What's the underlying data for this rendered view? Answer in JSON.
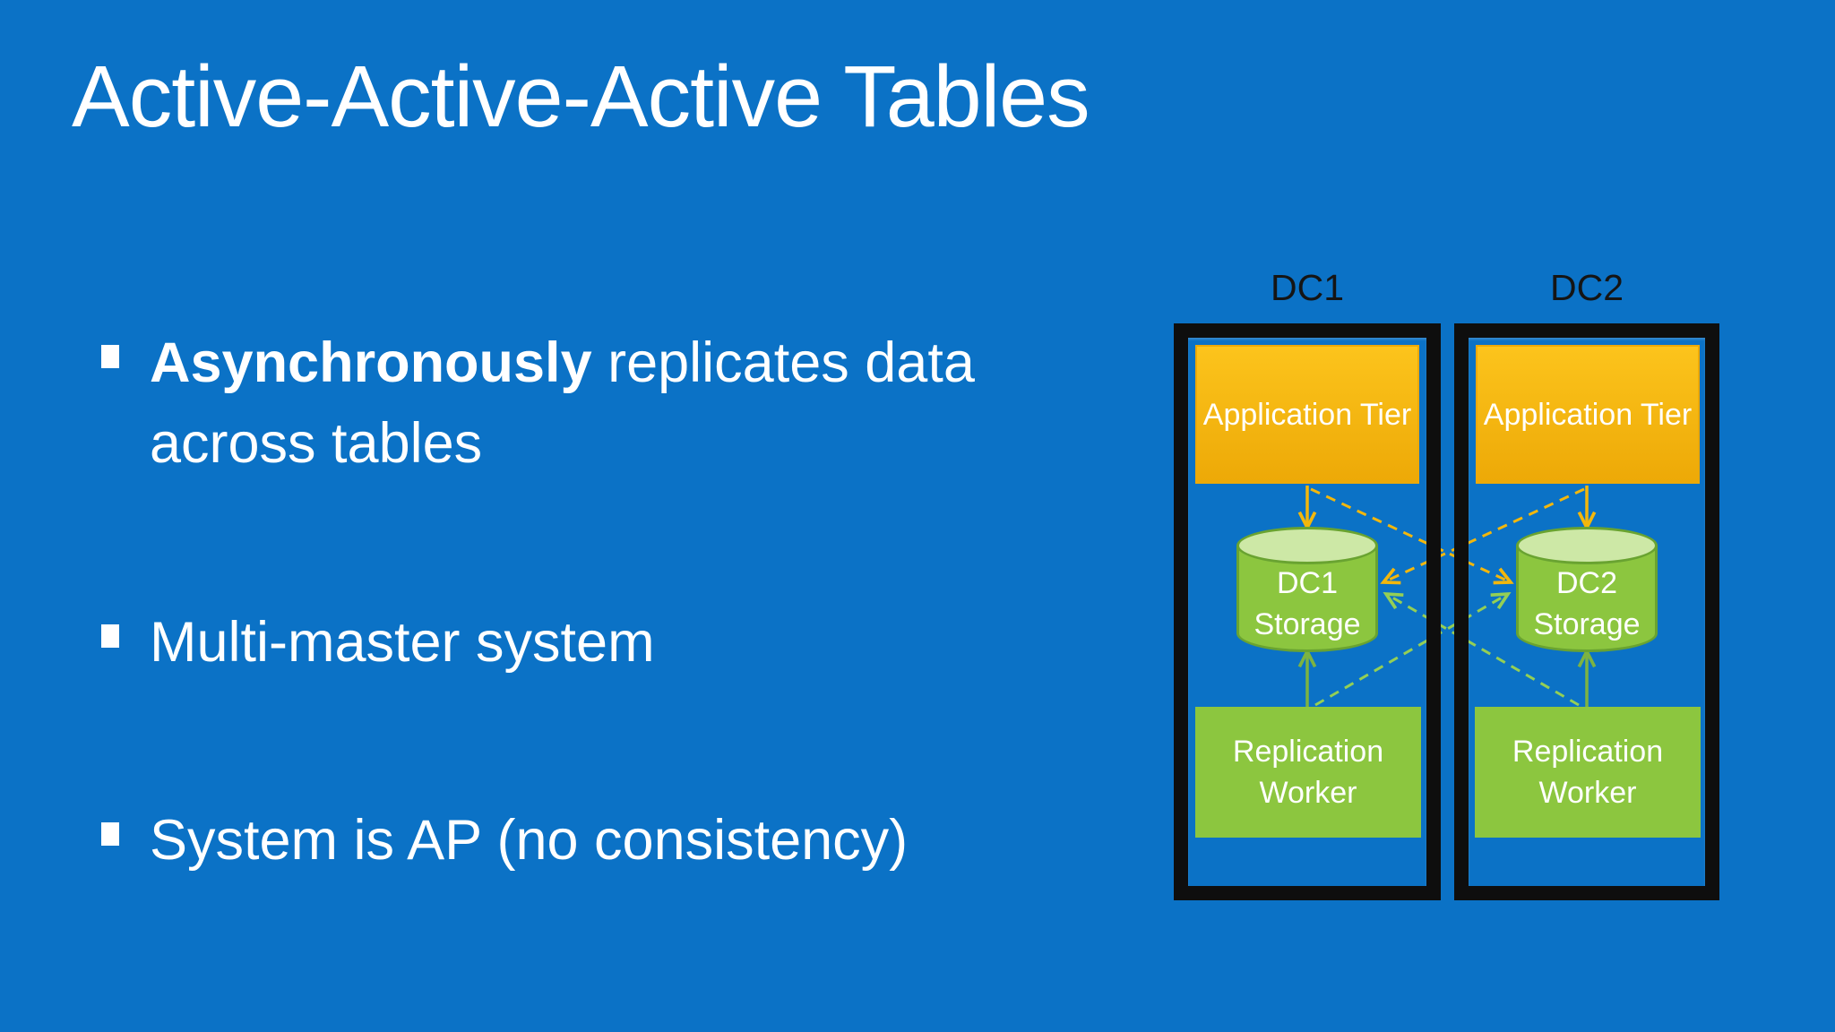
{
  "slide": {
    "title": "Active-Active-Active Tables",
    "bullets": [
      {
        "bold": "Asynchronously",
        "text": " replicates data",
        "text2": "across tables"
      },
      {
        "bold": "",
        "text": "Multi-master system",
        "text2": ""
      },
      {
        "bold": "",
        "text": "System is AP (no consistency)",
        "text2": ""
      }
    ]
  },
  "diagram": {
    "datacenters": [
      {
        "label": "DC1",
        "app_tier": "Application Tier",
        "storage": "DC1 Storage",
        "worker": "Replication Worker"
      },
      {
        "label": "DC2",
        "app_tier": "Application Tier",
        "storage": "DC2 Storage",
        "worker": "Replication Worker"
      }
    ],
    "arrows": [
      {
        "name": "dc1-app-to-dc1-storage",
        "style": "solid",
        "color": "yellow"
      },
      {
        "name": "dc2-app-to-dc2-storage",
        "style": "solid",
        "color": "yellow"
      },
      {
        "name": "dc1-worker-to-dc1-storage",
        "style": "solid",
        "color": "olive"
      },
      {
        "name": "dc2-worker-to-dc2-storage",
        "style": "solid",
        "color": "olive"
      },
      {
        "name": "dc1-app-to-dc2-storage",
        "style": "dashed",
        "color": "yellow"
      },
      {
        "name": "dc2-app-to-dc1-storage",
        "style": "dashed",
        "color": "yellow"
      },
      {
        "name": "dc1-worker-to-dc2-storage",
        "style": "dashed",
        "color": "green"
      },
      {
        "name": "dc2-worker-to-dc1-storage",
        "style": "dashed",
        "color": "green"
      }
    ]
  },
  "colors": {
    "background": "#0b72c6",
    "text": "#ffffff",
    "frame": "#0e0e0e",
    "label_text": "#151515",
    "app_tier_top": "#fcc41c",
    "app_tier_bottom": "#eda907",
    "green": "#8cc63f",
    "green_dark": "#69a331",
    "green_light_top": "#cde8a6",
    "olive": "#7cb342",
    "yellow": "#f3b70c",
    "green_dash": "#94cf55"
  }
}
